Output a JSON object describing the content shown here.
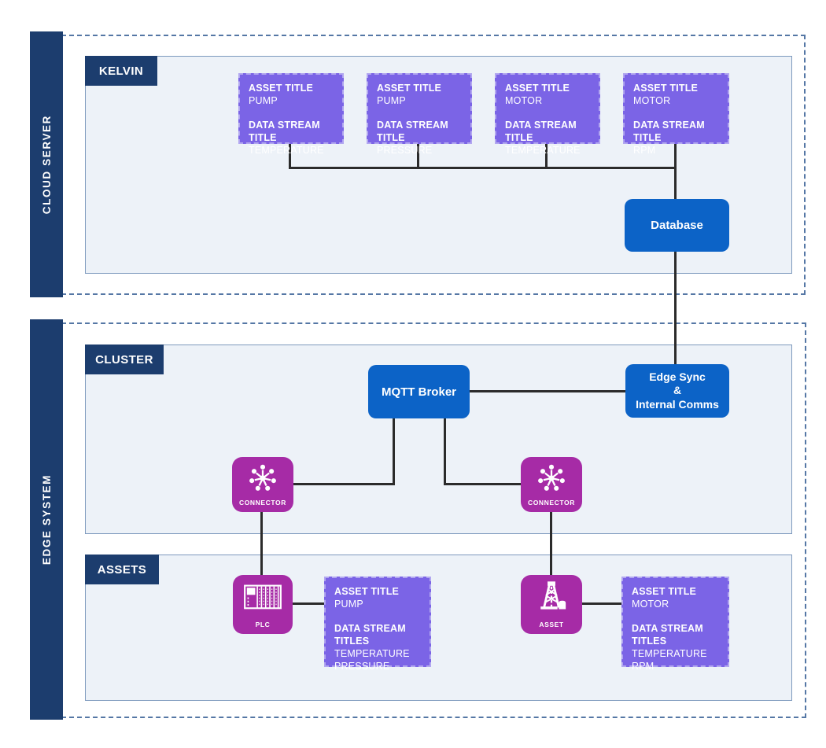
{
  "diagram": {
    "cloud_section": {
      "side_label": "CLOUD SERVER",
      "panel_label": "KELVIN",
      "assets": [
        {
          "title_label": "ASSET TITLE",
          "title": "PUMP",
          "streams_label": "DATA STREAM TITLE",
          "stream_1": "TEMPERATURE"
        },
        {
          "title_label": "ASSET TITLE",
          "title": "PUMP",
          "streams_label": "DATA STREAM TITLE",
          "stream_1": "PRESSURE"
        },
        {
          "title_label": "ASSET TITLE",
          "title": "MOTOR",
          "streams_label": "DATA STREAM TITLE",
          "stream_1": "TEMPERATURE"
        },
        {
          "title_label": "ASSET TITLE",
          "title": "MOTOR",
          "streams_label": "DATA STREAM TITLE",
          "stream_1": "RPM"
        }
      ],
      "database_node": "Database"
    },
    "edge_section": {
      "side_label": "EDGE SYSTEM",
      "cluster_panel_label": "CLUSTER",
      "mqtt_node": "MQTT Broker",
      "edge_sync_node": {
        "line1": "Edge Sync",
        "line2": "&",
        "line3": "Internal Comms"
      },
      "connector_label": "CONNECTOR",
      "assets_panel_label": "ASSETS",
      "plc_label": "PLC",
      "asset_label": "ASSET",
      "assets": [
        {
          "title_label": "ASSET TITLE",
          "title": "PUMP",
          "streams_label": "DATA STREAM TITLES",
          "stream_1": "TEMPERATURE",
          "stream_2": "PRESSURE"
        },
        {
          "title_label": "ASSET TITLE",
          "title": "MOTOR",
          "streams_label": "DATA STREAM TITLES",
          "stream_1": "TEMPERATURE",
          "stream_2": "RPM"
        }
      ]
    },
    "icons": {
      "connector": "hub-connector-icon",
      "plc": "plc-rack-icon",
      "asset": "oil-derrick-icon"
    },
    "colors": {
      "navy": "#1C3D6E",
      "panel_bg": "#EDF2F8",
      "panel_border": "#7D99BD",
      "dashed_border": "#5577A5",
      "purple": "#7B64E6",
      "purple_border": "#B2A7F0",
      "blue": "#0C63C7",
      "magenta": "#A62BA6",
      "line": "#2B2B2B"
    }
  }
}
